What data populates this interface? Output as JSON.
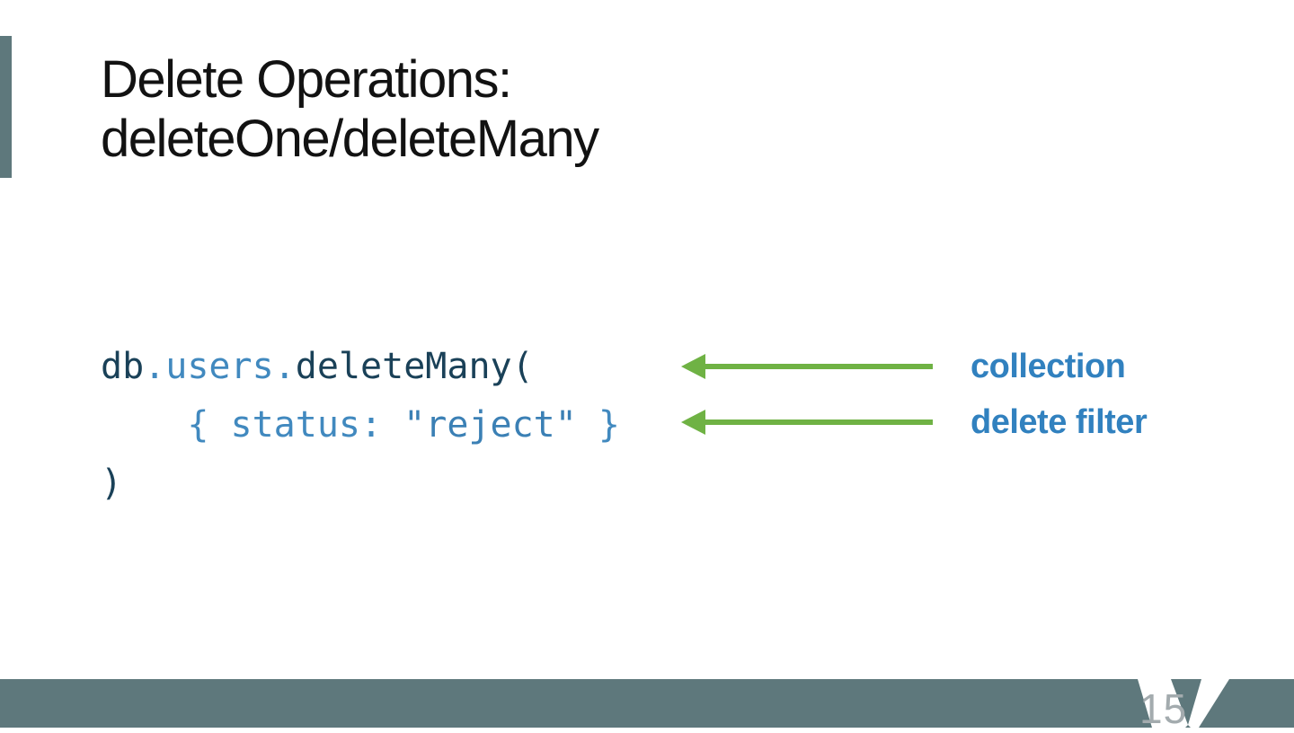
{
  "slide": {
    "title": {
      "line1": "Delete Operations:",
      "line2": "deleteOne/deleteMany"
    },
    "code_lines": [
      {
        "tokens": [
          {
            "t": "db",
            "c": "#1a4158"
          },
          {
            "t": ".",
            "c": "#4189bf"
          },
          {
            "t": "users",
            "c": "#4189bf"
          },
          {
            "t": ".",
            "c": "#4189bf"
          },
          {
            "t": "deleteMany(",
            "c": "#1a4158"
          }
        ]
      },
      {
        "tokens": [
          {
            "t": "    { status: ",
            "c": "#4189bf"
          },
          {
            "t": "\"reject\"",
            "c": "#3b80b5"
          },
          {
            "t": " }",
            "c": "#4189bf"
          }
        ]
      },
      {
        "tokens": [
          {
            "t": ")",
            "c": "#1a4158"
          }
        ]
      }
    ],
    "annotations": [
      {
        "icon": "left-arrow",
        "label": "collection"
      },
      {
        "icon": "left-arrow",
        "label": "delete filter"
      }
    ],
    "page_number": "15",
    "colors": {
      "band_slate": "#5e787c",
      "arrow_green": "#6fb244",
      "label_blue": "#3181bf",
      "code_dark": "#1a4158",
      "code_blue": "#4189bf",
      "code_string": "#3b80b5",
      "title_black": "#121212",
      "page_gray": "#a3abae"
    }
  }
}
